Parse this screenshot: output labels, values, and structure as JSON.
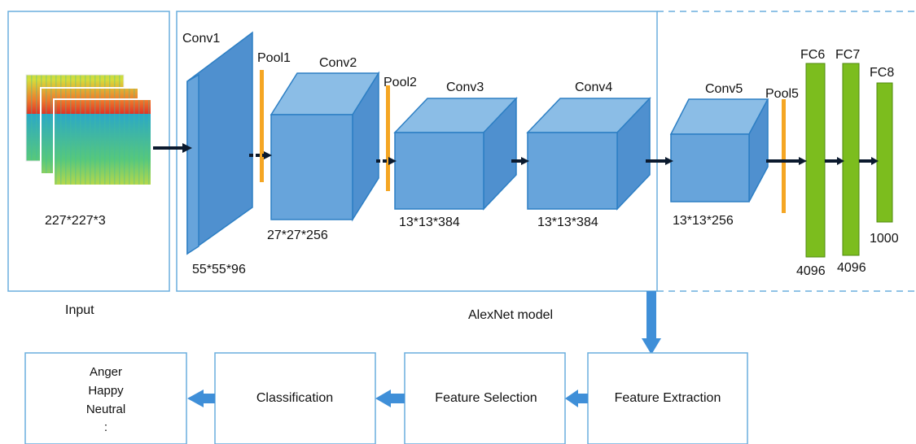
{
  "input": {
    "label": "Input",
    "size": "227*227*3"
  },
  "model": {
    "label": "AlexNet model"
  },
  "layers": {
    "conv1": {
      "name": "Conv1",
      "size": "55*55*96"
    },
    "pool1": {
      "name": "Pool1"
    },
    "conv2": {
      "name": "Conv2",
      "size": "27*27*256"
    },
    "pool2": {
      "name": "Pool2"
    },
    "conv3": {
      "name": "Conv3",
      "size": "13*13*384"
    },
    "conv4": {
      "name": "Conv4",
      "size": "13*13*384"
    },
    "conv5": {
      "name": "Conv5",
      "size": "13*13*256"
    },
    "pool5": {
      "name": "Pool5"
    },
    "fc6": {
      "name": "FC6",
      "size": "4096"
    },
    "fc7": {
      "name": "FC7",
      "size": "4096"
    },
    "fc8": {
      "name": "FC8",
      "size": "1000"
    }
  },
  "pipeline": {
    "feature_extraction": "Feature Extraction",
    "feature_selection": "Feature Selection",
    "classification": "Classification",
    "outputs": [
      "Anger",
      "Happy",
      "Neutral",
      ":"
    ]
  },
  "colors": {
    "conv": "#67a4db",
    "pool": "#f5a623",
    "fc": "#7cbd1e",
    "frame": "#6aaede",
    "flow_arrow": "#3f8fd8"
  }
}
